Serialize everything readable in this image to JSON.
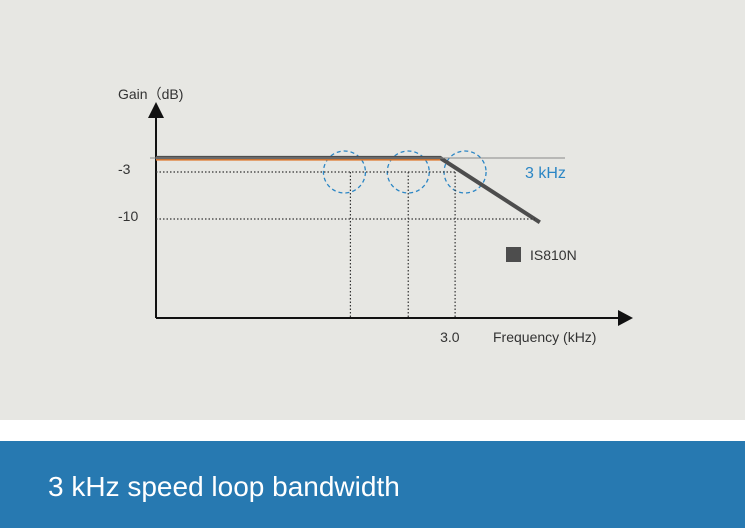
{
  "chart_data": {
    "type": "line",
    "title": "",
    "xlabel": "Frequency (kHz)",
    "ylabel": "Gain（dB)",
    "x_ticks": [
      {
        "value": 3.0,
        "label": "3.0"
      }
    ],
    "y_ticks": [
      {
        "value": -3,
        "label": "-3"
      },
      {
        "value": -10,
        "label": "-10"
      }
    ],
    "xlim": [
      0,
      4.6
    ],
    "ylim": [
      -25,
      7.5
    ],
    "series": [
      {
        "name": "IS810N",
        "color": "#4d4d4d",
        "x": [
          0,
          2.85,
          3.85
        ],
        "y": [
          -0.9,
          -0.9,
          -10.5
        ]
      }
    ],
    "reference_lines": {
      "vertical_x": [
        1.95,
        2.53,
        3.0
      ],
      "horizontal_y": [
        -3,
        -10
      ]
    },
    "highlight_circles_x": [
      1.89,
      2.53,
      3.1
    ],
    "annotation": {
      "text": "3 kHz",
      "color": "#2b86c5"
    },
    "legend": {
      "position": "right",
      "entries": [
        "IS810N"
      ]
    }
  },
  "banner": {
    "title": "3 kHz speed loop bandwidth"
  }
}
